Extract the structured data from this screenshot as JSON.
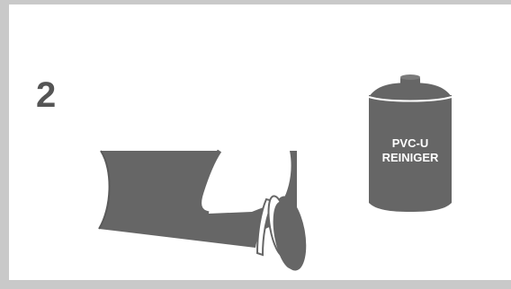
{
  "step": {
    "number": "2"
  },
  "cleaner_can": {
    "label_line1": "PVC-U",
    "label_line2": "REINIGER"
  },
  "colors": {
    "illustration": "#666666",
    "highlight": "#ffffff",
    "background": "#ffffff",
    "border": "#c9c9c9",
    "text": "#555555"
  },
  "icons": [
    "pipe-icon",
    "cleaning-cloth-icon",
    "pipe-end-disc-icon",
    "cleaner-can-icon"
  ]
}
